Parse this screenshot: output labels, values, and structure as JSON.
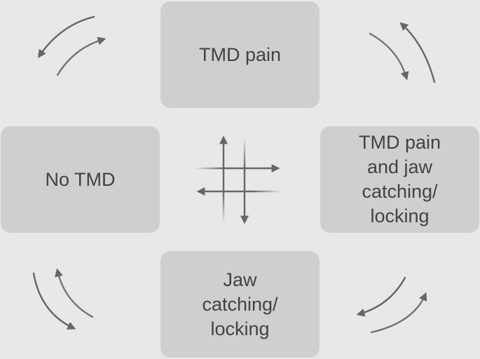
{
  "nodes": {
    "top": "TMD pain",
    "left": "No TMD",
    "right": "TMD pain\nand jaw\ncatching/\nlocking",
    "bottom": "Jaw\ncatching/\nlocking"
  },
  "colors": {
    "background": "#e8e8e8",
    "box_fill": "#cfcfcf",
    "text": "#424242",
    "arrow": "#666666"
  }
}
